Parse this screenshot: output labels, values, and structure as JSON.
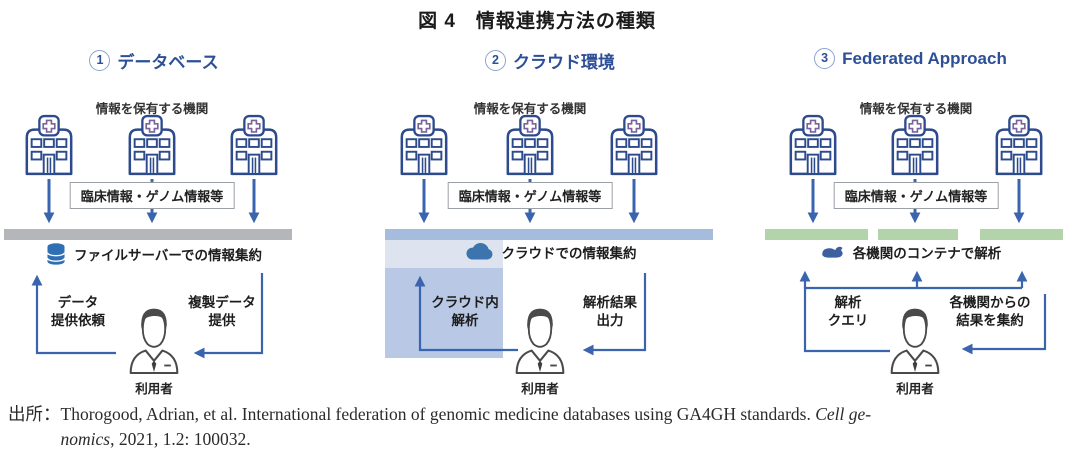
{
  "figure_title": "図 4　情報連携方法の種類",
  "panels": [
    {
      "number": "1",
      "title": "データベース",
      "orgs_label": "情報を保有する機関",
      "data_label": "臨床情報・ゲノム情報等",
      "aggregator": {
        "icon": "database-icon",
        "label": "ファイルサーバーでの情報集約"
      },
      "left_flow": {
        "line1": "データ",
        "line2": "提供依頼"
      },
      "right_flow": {
        "line1": "複製データ",
        "line2": "提供"
      },
      "user_label": "利用者"
    },
    {
      "number": "2",
      "title": "クラウド環境",
      "orgs_label": "情報を保有する機関",
      "data_label": "臨床情報・ゲノム情報等",
      "aggregator": {
        "icon": "cloud-icon",
        "label": "クラウドでの情報集約"
      },
      "left_flow": {
        "line1": "クラウド内",
        "line2": "解析"
      },
      "right_flow": {
        "line1": "解析結果",
        "line2": "出力"
      },
      "user_label": "利用者"
    },
    {
      "number": "3",
      "title": "Federated Approach",
      "orgs_label": "情報を保有する機関",
      "data_label": "臨床情報・ゲノム情報等",
      "aggregator": {
        "icon": "whale-container-icon",
        "label": "各機関のコンテナで解析"
      },
      "left_flow": {
        "line1": "解析",
        "line2": "クエリ"
      },
      "right_flow": {
        "line1": "各機関からの",
        "line2": "結果を集約"
      },
      "user_label": "利用者"
    }
  ],
  "citation": {
    "prefix": "出所：",
    "line1": "Thorogood, Adrian, et al. International federation of genomic medicine databases using GA4GH standards. ",
    "line1_italic": "Cell ge-",
    "line2_italic": "nomics",
    "line2": ", 2021, 1.2: 100032."
  },
  "colors": {
    "accent_blue": "#2d4f97",
    "arrow_blue": "#3a64ad",
    "gray_bar": "#b4b6ba",
    "cloud_bar": "#a6bcdc",
    "cloud_strip": "#dde4f0",
    "cloud_box": "#b9c9e5",
    "green_bar": "#b3d4aa",
    "icon_steel_blue": "#3c74ad"
  }
}
